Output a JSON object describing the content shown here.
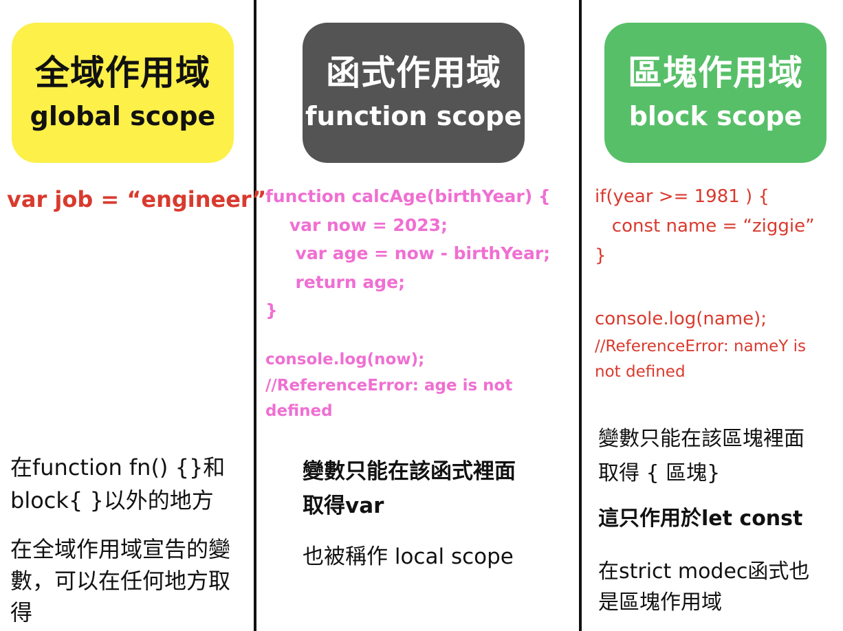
{
  "colors": {
    "global_bg": "#fcf049",
    "function_bg": "#545454",
    "block_bg": "#57bf68",
    "global_code": "#d93a2e",
    "function_code": "#ef6fd2",
    "block_code": "#d93a2e",
    "divider": "#111111"
  },
  "columns": {
    "global": {
      "title_zh": "全域作用域",
      "title_en": "global scope",
      "code": "var job = “engineer”",
      "note1": "在function fn() {}和\nblock{ }以外的地方",
      "note2": "在全域作用域宣告的變\n數，可以在任何地方取\n得"
    },
    "function": {
      "title_zh": "函式作用域",
      "title_en": "function scope",
      "code": "function calcAge(birthYear) {\n    var now = 2023;\n     var age = now - birthYear;\n     return age;\n}",
      "code2": "console.log(now);\n//ReferenceError: age is not\ndefined",
      "note1": "變數只能在該函式裡面\n取得var",
      "note2": "也被稱作 local scope"
    },
    "block": {
      "title_zh": "區塊作用域",
      "title_en": "block scope",
      "code": "if(year >= 1981 ) {\n   const name = “ziggie”\n}",
      "code2a": "console.log(name);",
      "code2b": "//ReferenceError: nameY is\nnot defined",
      "note1": "變數只能在該區塊裡面\n取得 { 區塊}",
      "note2": "這只作用於let const",
      "note3": "在strict modec函式也\n是區塊作用域"
    }
  }
}
